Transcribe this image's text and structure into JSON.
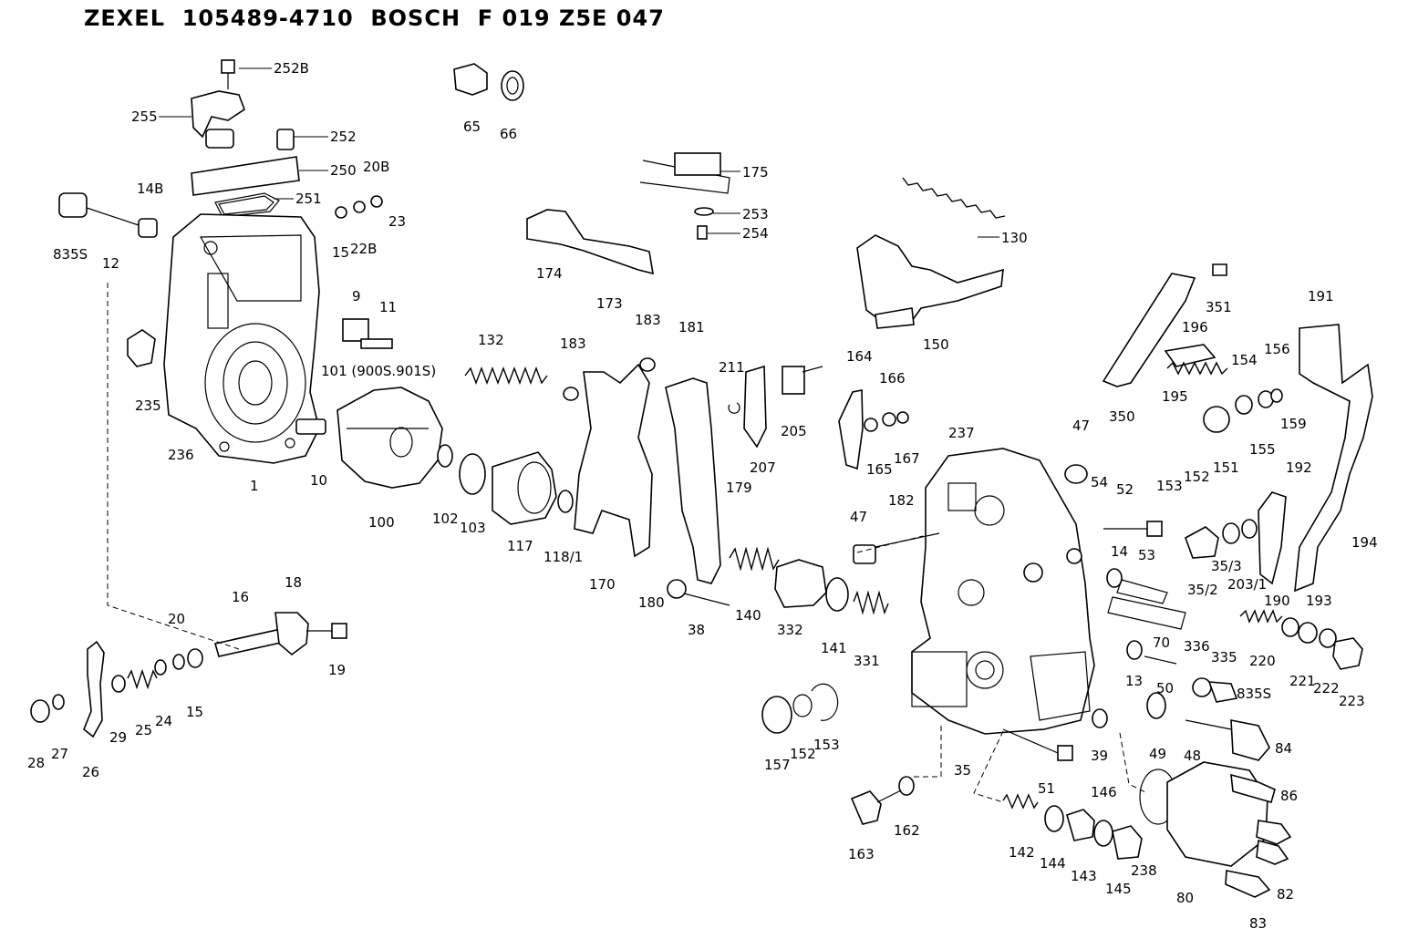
{
  "header": {
    "title": "ZEXEL  105489-4710  BOSCH  F 019 Z5E 047"
  },
  "callouts": [
    "252B",
    "255",
    "252",
    "250",
    "251",
    "20B",
    "23",
    "14B",
    "835S",
    "12",
    "15",
    "22B",
    "65",
    "66",
    "175",
    "253",
    "254",
    "174",
    "173",
    "130",
    "150",
    "235",
    "236",
    "1",
    "10",
    "9",
    "11",
    "101 (900S.901S)",
    "100",
    "102",
    "103",
    "117",
    "118/1",
    "132",
    "183",
    "183",
    "181",
    "170",
    "180",
    "179",
    "211",
    "205",
    "207",
    "164",
    "166",
    "165",
    "167",
    "237",
    "47",
    "47",
    "54",
    "52",
    "182",
    "14",
    "53",
    "351",
    "196",
    "195",
    "350",
    "191",
    "154",
    "156",
    "159",
    "155",
    "151",
    "152",
    "153",
    "192",
    "194",
    "35/3",
    "35/2",
    "203/1",
    "190",
    "193",
    "220",
    "221",
    "222",
    "223",
    "16",
    "18",
    "19",
    "20",
    "15",
    "24",
    "25",
    "29",
    "27",
    "28",
    "26",
    "38",
    "140",
    "332",
    "141",
    "331",
    "157",
    "152",
    "153",
    "35",
    "51",
    "163",
    "162",
    "142",
    "144",
    "143",
    "146",
    "145",
    "238",
    "13",
    "70",
    "50",
    "49",
    "48",
    "39",
    "80",
    "336",
    "335",
    "835S",
    "84",
    "86",
    "82",
    "83"
  ]
}
